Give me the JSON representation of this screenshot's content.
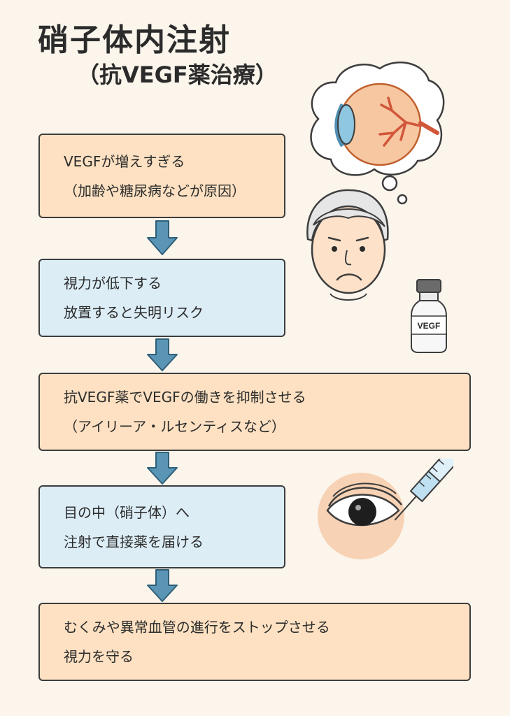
{
  "title": "硝子体内注射",
  "subtitle": "（抗VEGF薬治療）",
  "steps": [
    {
      "line1": "VEGFが増えすぎる",
      "line2": "（加齢や糖尿病などが原因）",
      "color": "#fde1c2"
    },
    {
      "line1": "視力が低下する",
      "line2": "放置すると失明リスク",
      "color": "#dcedf6"
    },
    {
      "line1": "抗VEGF薬でVEGFの働きを抑制させる",
      "line2": "（アイリーア・ルセンティスなど）",
      "color": "#fde1c2"
    },
    {
      "line1": "目の中（硝子体）へ",
      "line2": "注射で直接薬を届ける",
      "color": "#dcedf6"
    },
    {
      "line1": "むくみや異常血管の進行をストップさせる",
      "line2": "視力を守る",
      "color": "#fde1c2"
    }
  ],
  "vial_label": "VEGF",
  "colors": {
    "arrow": "#5b95b5",
    "arrow_stroke": "#2f5f78",
    "background": "#fbf5ec"
  }
}
